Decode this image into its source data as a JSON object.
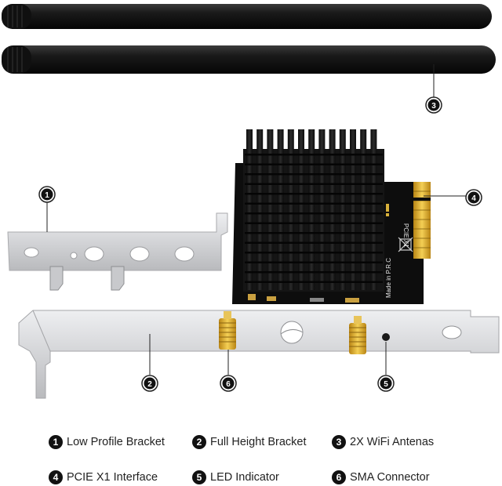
{
  "legend": [
    {
      "num": "1",
      "label": "Low Profile Bracket"
    },
    {
      "num": "2",
      "label": "Full Height Bracket"
    },
    {
      "num": "3",
      "label": "2X WiFi Antenas"
    },
    {
      "num": "4",
      "label": "PCIE X1 Interface"
    },
    {
      "num": "5",
      "label": "LED Indicator"
    },
    {
      "num": "6",
      "label": "SMA Connector"
    }
  ],
  "callouts": {
    "c1": "1",
    "c2": "2",
    "c3": "3",
    "c4": "4",
    "c5": "5",
    "c6": "6"
  },
  "board_text": {
    "pcie": "PCIE X1",
    "made_in": "Made in P.R.C"
  },
  "colors": {
    "antenna": "#151515",
    "heatsink": "#1a1a1a",
    "bracket": "#d9dadc",
    "gold": "#e3b020",
    "pcb": "#0d0d0d"
  }
}
